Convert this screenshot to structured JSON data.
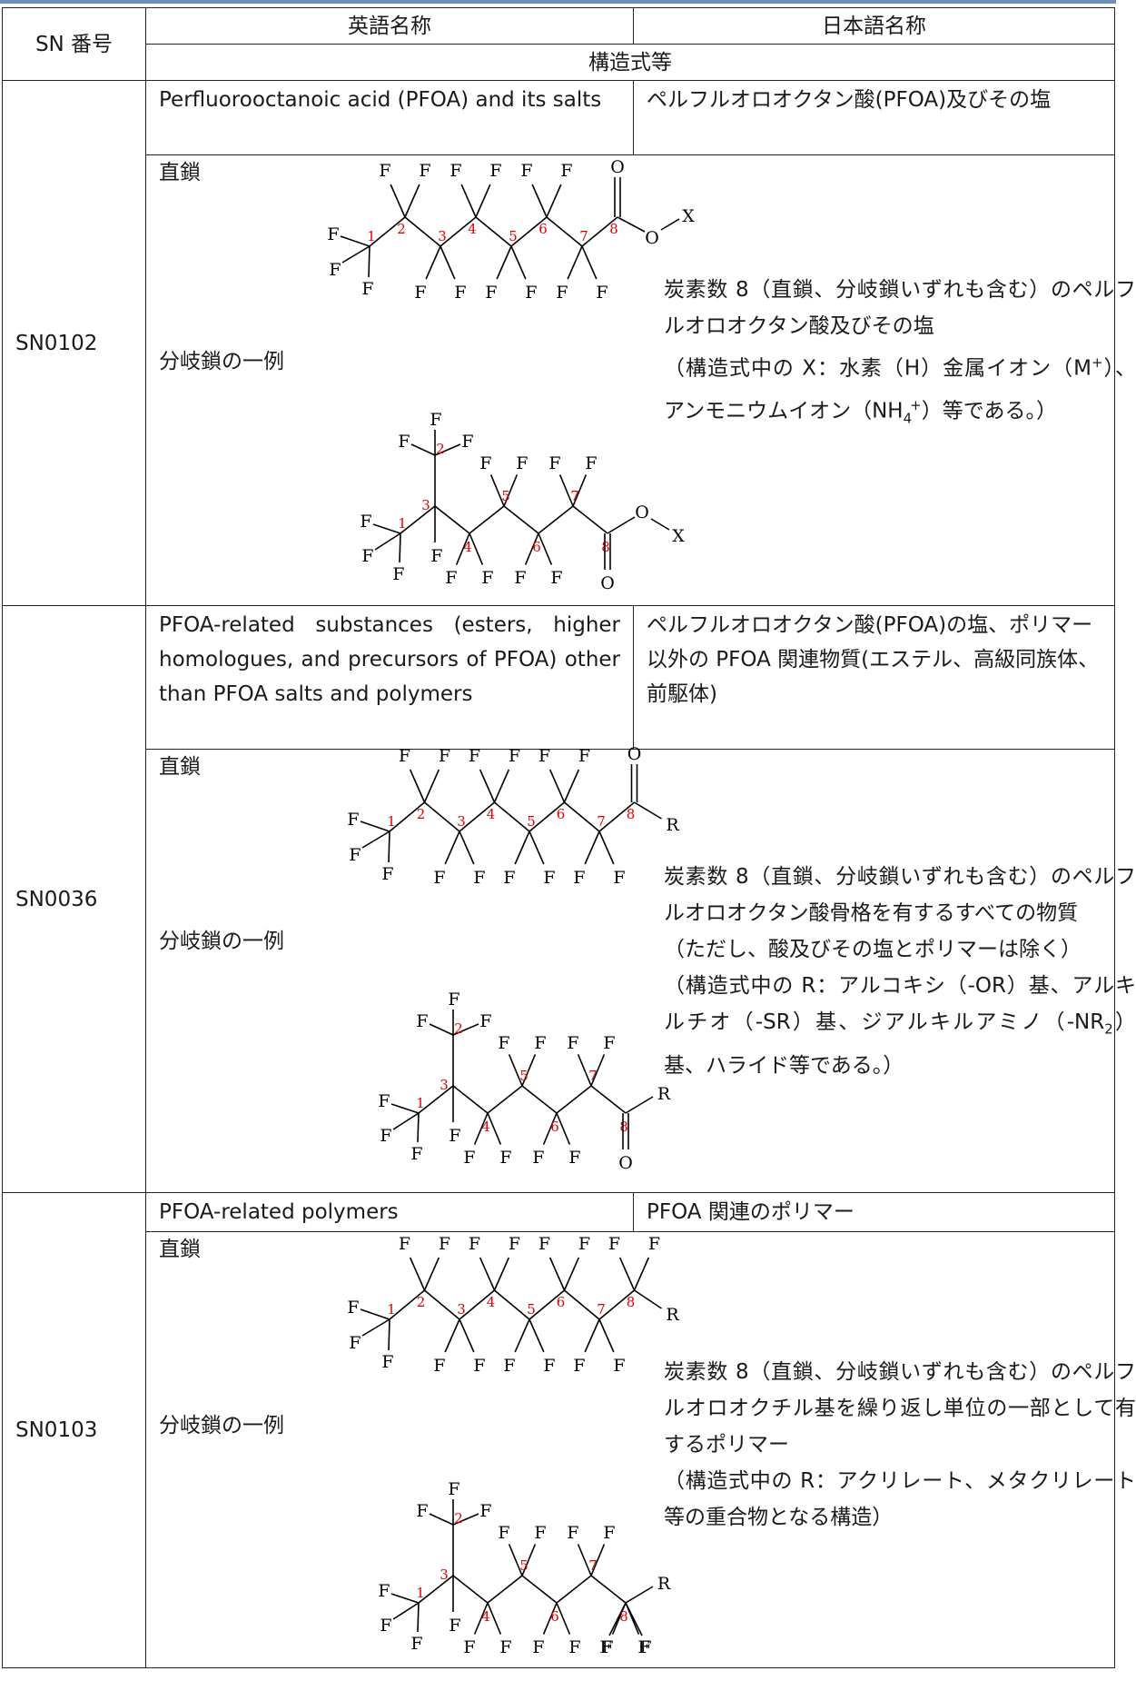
{
  "header": {
    "sn_number": "SN 番号",
    "english_name": "英語名称",
    "japanese_name": "日本語名称",
    "structure": "構造式等"
  },
  "labels": {
    "linear": "直鎖",
    "branched_example": "分岐鎖の一例"
  },
  "atoms": {
    "F": "F",
    "O": "O",
    "X": "X",
    "R": "R"
  },
  "numbers": [
    "1",
    "2",
    "3",
    "4",
    "5",
    "6",
    "7",
    "8"
  ],
  "rows": [
    {
      "sn": "SN0102",
      "english": "Perfluorooctanoic acid (PFOA) and its salts",
      "japanese": "ペルフルオロオクタン酸(PFOA)及びその塩",
      "desc1": "炭素数 8（直鎖、分岐鎖いずれも含む）のペルフルオロオクタン酸及びその塩",
      "desc2a": "（構造式中の X：水素（H）金属イオン（M",
      "desc2b": "+",
      "desc2c": "）、アンモニウムイオン（NH",
      "desc2d": "4",
      "desc2e": "+",
      "desc2f": "）等である。）"
    },
    {
      "sn": "SN0036",
      "english": "PFOA-related substances (esters, higher homologues, and precursors of PFOA) other than PFOA salts and polymers",
      "japanese": "ペルフルオロオクタン酸(PFOA)の塩、ポリマー以外の PFOA 関連物質(エステル、高級同族体、前駆体)",
      "desc1": "炭素数 8（直鎖、分岐鎖いずれも含む）のペルフルオロオクタン酸骨格を有するすべての物質",
      "desc2": "（ただし、酸及びその塩とポリマーは除く）",
      "desc3a": "（構造式中の R：アルコキシ（-OR）基、アルキルチオ（-SR）基、ジアルキルアミノ（-NR",
      "desc3b": "2",
      "desc3c": "）基、ハライド等である。）"
    },
    {
      "sn": "SN0103",
      "english": "PFOA-related polymers",
      "japanese": "PFOA 関連のポリマー",
      "desc1": "炭素数 8（直鎖、分岐鎖いずれも含む）のペルフルオロオクチル基を繰り返し単位の一部として有するポリマー",
      "desc2": "（構造式中の R：アクリレート、メタクリレート等の重合物となる構造）"
    }
  ]
}
